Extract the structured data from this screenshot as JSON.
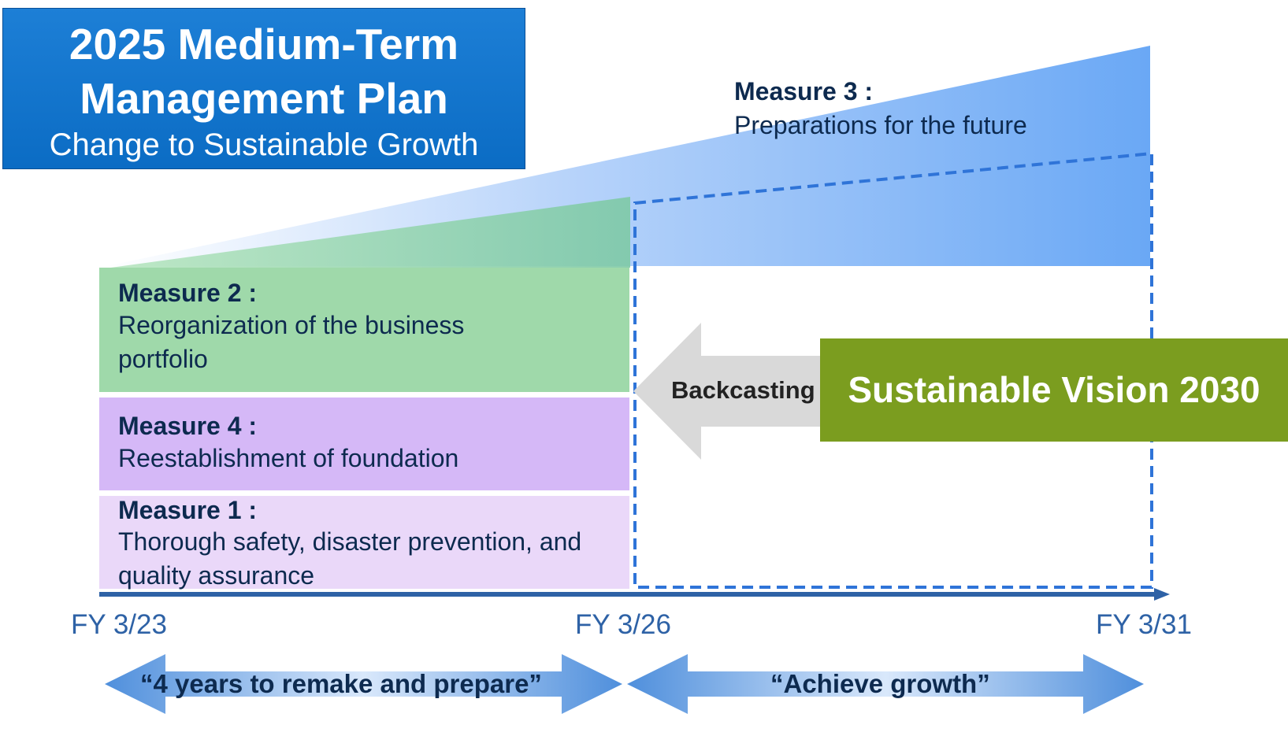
{
  "title": {
    "line1": "2025 Medium-Term",
    "line2": "Management Plan",
    "subtitle": "Change to Sustainable Growth"
  },
  "measures": {
    "m3": {
      "heading": "Measure 3 :",
      "body": "Preparations for the future",
      "color": "#6aa8f5"
    },
    "m2": {
      "heading": "Measure 2 :",
      "body": "Reorganization of the business portfolio",
      "color": "#9fd9aa"
    },
    "m4": {
      "heading": "Measure 4 :",
      "body": "Reestablishment of foundation",
      "color": "#d5b8f7"
    },
    "m1": {
      "heading": "Measure 1 :",
      "body": "Thorough safety, disaster prevention, and quality assurance",
      "color": "#ead8f9"
    }
  },
  "vision": {
    "label": "Sustainable Vision 2030",
    "color": "#7b9d1f"
  },
  "backcasting": {
    "label": "Backcasting"
  },
  "timeline": {
    "labels": [
      "FY 3/23",
      "FY 3/26",
      "FY 3/31"
    ],
    "axis_color": "#2e62a6"
  },
  "phases": {
    "first": "“4 years to remake and prepare”",
    "second": "“Achieve growth”"
  }
}
